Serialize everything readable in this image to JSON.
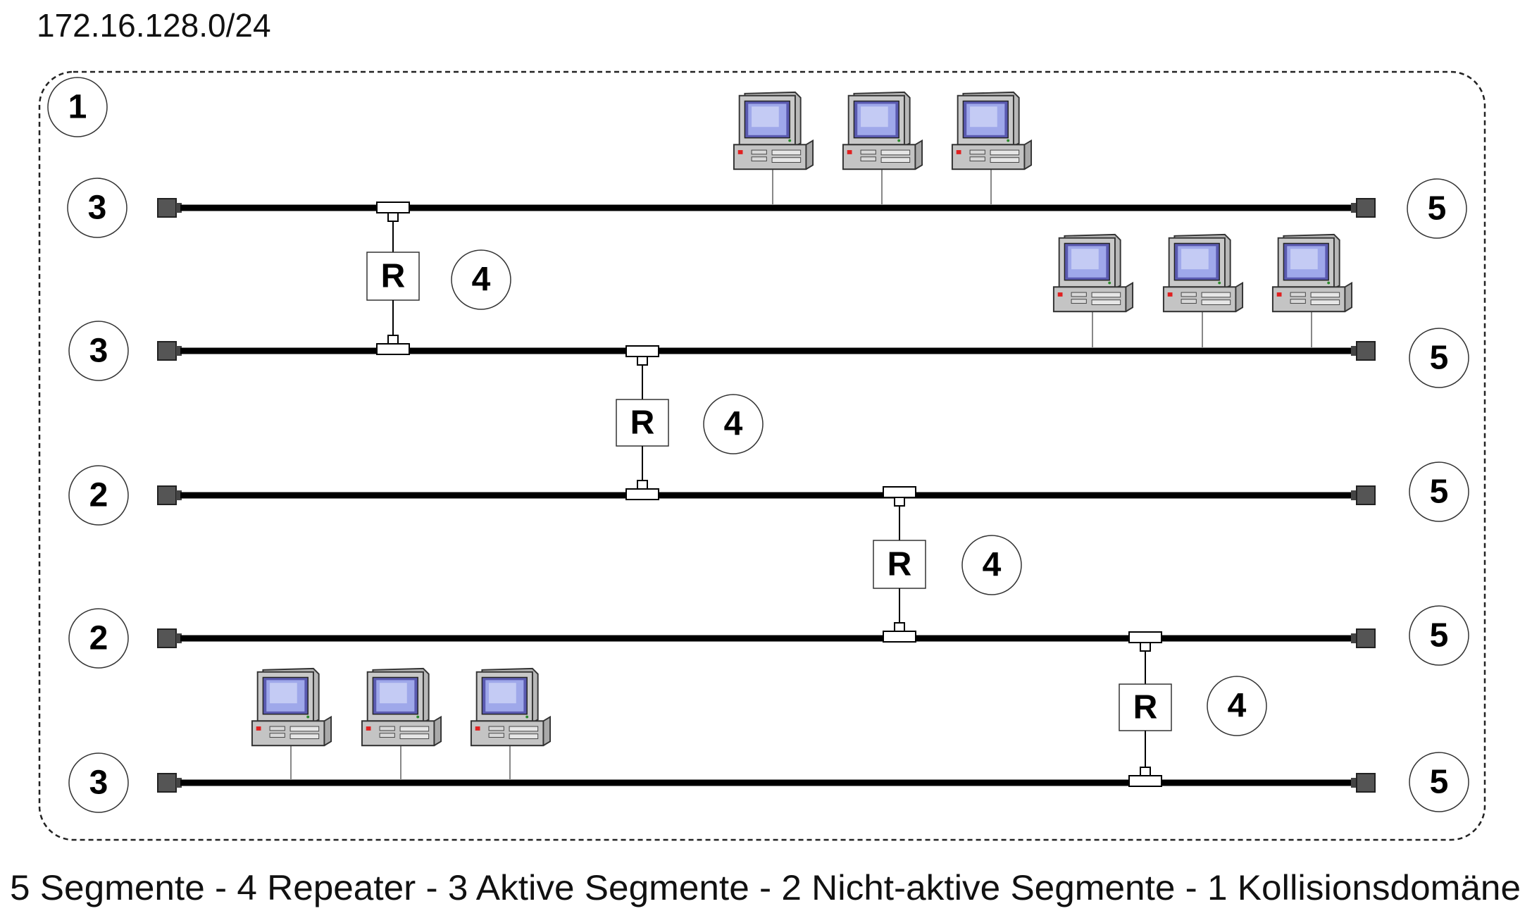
{
  "subnet": "172.16.128.0/24",
  "legend": "5 Segmente - 4 Repeater - 3 Aktive Segmente - 2 Nicht-aktive Segmente - 1 Kollisionsdomäne",
  "domain_label": "1",
  "segments": [
    {
      "left_label": "3",
      "right_label": "5",
      "hosts": 3
    },
    {
      "left_label": "3",
      "right_label": "5",
      "hosts": 3
    },
    {
      "left_label": "2",
      "right_label": "5",
      "hosts": 0
    },
    {
      "left_label": "2",
      "right_label": "5",
      "hosts": 0
    },
    {
      "left_label": "3",
      "right_label": "5",
      "hosts": 3
    }
  ],
  "repeaters": [
    {
      "label": "R",
      "number": "4"
    },
    {
      "label": "R",
      "number": "4"
    },
    {
      "label": "R",
      "number": "4"
    },
    {
      "label": "R",
      "number": "4"
    }
  ]
}
